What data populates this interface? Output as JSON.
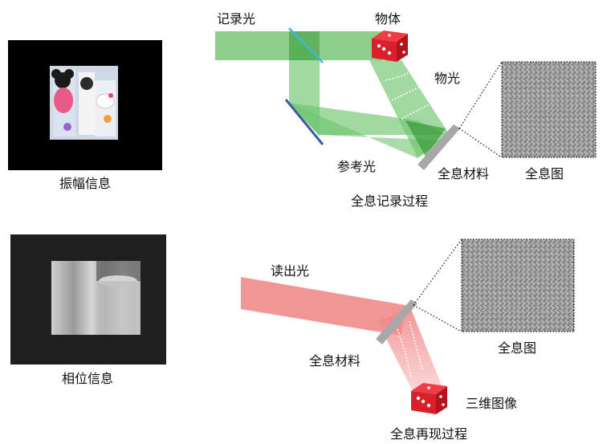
{
  "recording": {
    "amplitude_caption": "振幅信息",
    "record_light": "记录光",
    "object": "物体",
    "object_light": "物光",
    "reference_light": "参考光",
    "material": "全息材料",
    "hologram": "全息图",
    "caption": "全息记录过程"
  },
  "reconstruction": {
    "phase_caption": "相位信息",
    "read_light": "读出光",
    "material": "全息材料",
    "hologram": "全息图",
    "image_3d": "三维图像",
    "caption": "全息再现过程"
  },
  "colors": {
    "green_beam": "#6fc46f",
    "red_beam": "#f08282",
    "mirror_blue": "#3a5aa8",
    "splitter_cyan": "#3fb6d8",
    "plate_gray": "#a8a8a8",
    "die_red": "#d81f2a"
  }
}
